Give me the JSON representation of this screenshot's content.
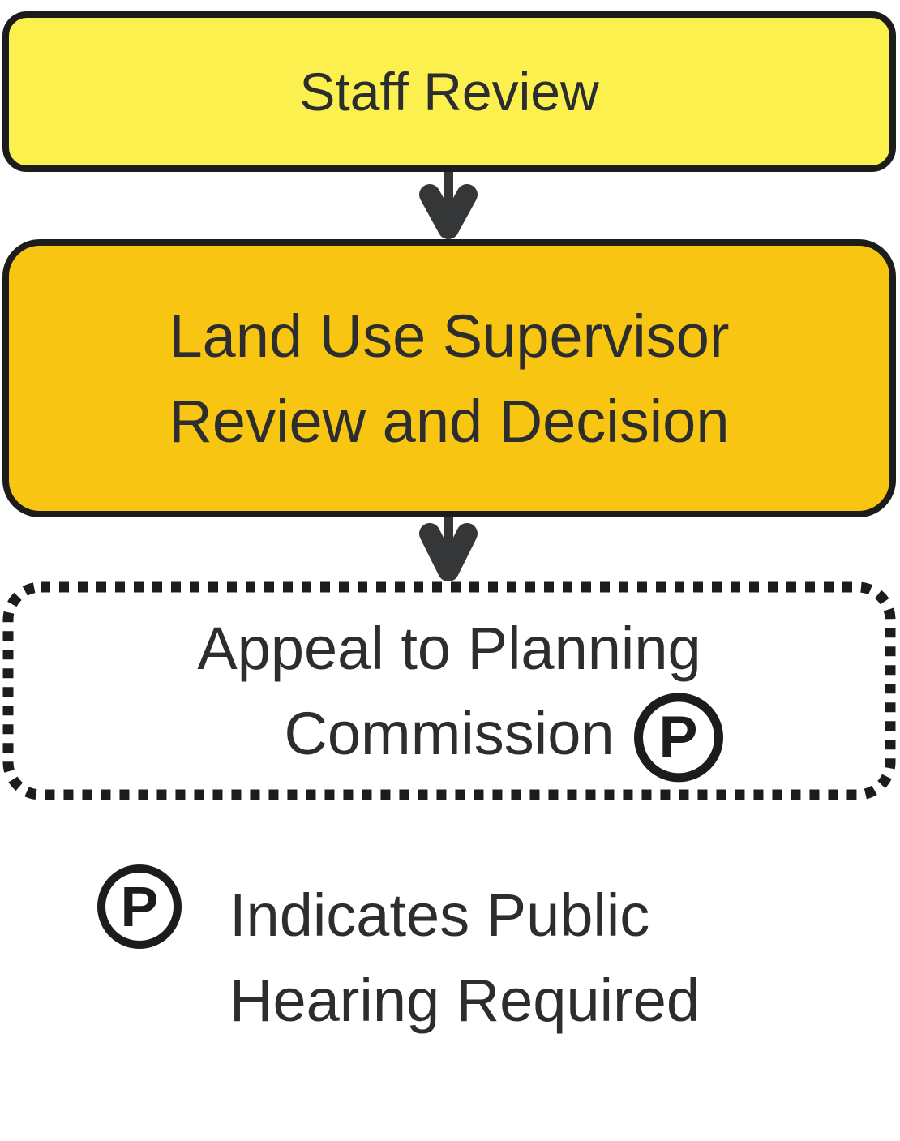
{
  "flowchart": {
    "nodes": [
      {
        "id": "staff-review",
        "label": "Staff Review",
        "fill": "#FCF04E",
        "border": "solid"
      },
      {
        "id": "land-use-supervisor",
        "lines": [
          "Land Use Supervisor",
          "Review and Decision"
        ],
        "fill": "#F8C513",
        "border": "solid"
      },
      {
        "id": "appeal-planning-commission",
        "lines": [
          "Appeal to Planning",
          "Commission"
        ],
        "badge": "P",
        "fill": "#FFFFFF",
        "border": "dotted"
      }
    ],
    "connections": [
      {
        "from": "staff-review",
        "to": "land-use-supervisor"
      },
      {
        "from": "land-use-supervisor",
        "to": "appeal-planning-commission"
      }
    ]
  },
  "legend": {
    "badge": "P",
    "lines": [
      "Indicates Public",
      "Hearing Required"
    ]
  },
  "colors": {
    "staff_fill": "#FCF04E",
    "supervisor_fill": "#F8C513",
    "appeal_fill": "#FFFFFF",
    "node_border": "#1C1C1A",
    "arrow": "#343637",
    "text": "#2B2D2E"
  }
}
